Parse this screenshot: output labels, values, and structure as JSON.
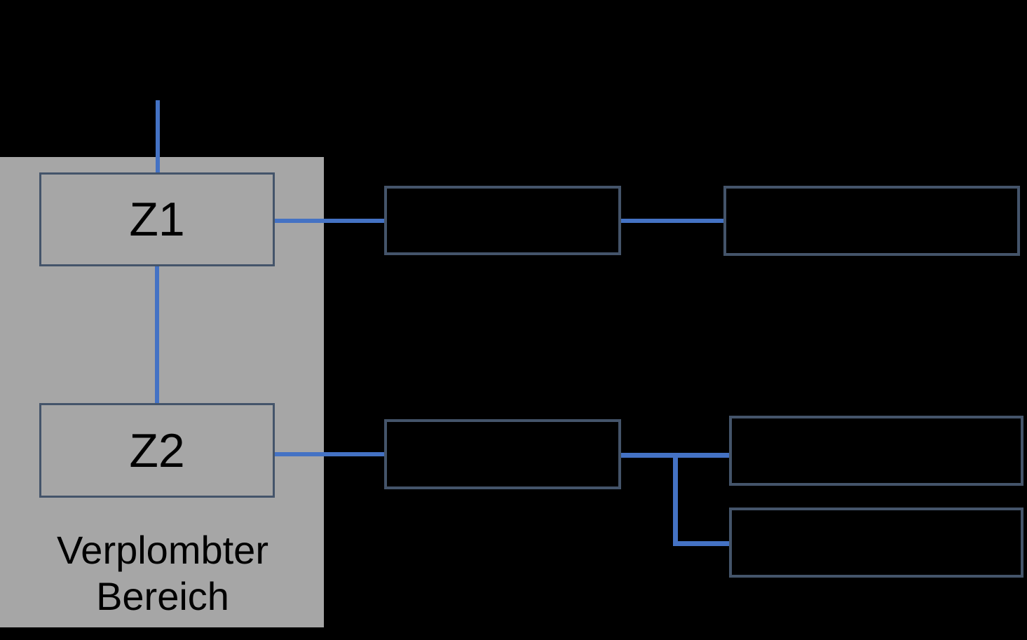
{
  "diagram": {
    "sealed_area": {
      "label_line1": "Verplombter",
      "label_line2": "Bereich"
    },
    "nodes": {
      "z1": {
        "label": "Z1"
      },
      "z2": {
        "label": "Z2"
      },
      "black_boxes": [
        {
          "id": "row1-box1",
          "label": ""
        },
        {
          "id": "row1-box2",
          "label": ""
        },
        {
          "id": "row2-box1",
          "label": ""
        },
        {
          "id": "row2-box2a",
          "label": ""
        },
        {
          "id": "row2-box2b",
          "label": ""
        }
      ]
    },
    "colors": {
      "background": "#000000",
      "sealed_area_fill": "#A6A6A6",
      "box_border": "#44546A",
      "connector_blue": "#4472C4",
      "label_text": "#000000"
    }
  }
}
